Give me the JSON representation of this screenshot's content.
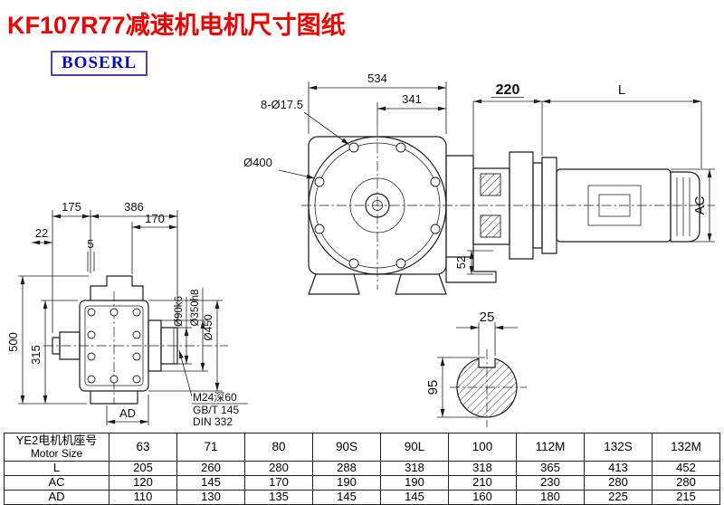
{
  "page": {
    "title": "KF107R77减速机电机尺寸图纸",
    "brand": "BOSERL"
  },
  "drawing": {
    "front": {
      "dim534": "534",
      "dim341": "341",
      "holes": "8-Ø17.5",
      "flange": "Ø400",
      "dim220": "220",
      "dimL": "L",
      "dimAC": "AC",
      "dim52": "52"
    },
    "side": {
      "dim175": "175",
      "dim386": "386",
      "dim170": "170",
      "dim22": "22",
      "dim5": "5",
      "dim500": "500",
      "dim315": "315",
      "shaft_d": "Ø90k6",
      "spigot_d": "Ø350h8",
      "flange_d": "Ø450",
      "thread": "M24深60",
      "std1": "GB/T 145",
      "std2": "DIN 332",
      "dimAD": "AD"
    },
    "section": {
      "dim25": "25",
      "dim95": "95"
    }
  },
  "table": {
    "header_cn": "YE2电机机座号",
    "header_en": "Motor Size",
    "sizes": [
      "63",
      "71",
      "80",
      "90S",
      "90L",
      "100",
      "112M",
      "132S",
      "132M"
    ],
    "rows": [
      {
        "label": "L",
        "values": [
          "205",
          "260",
          "280",
          "288",
          "318",
          "318",
          "365",
          "413",
          "452"
        ]
      },
      {
        "label": "AC",
        "values": [
          "120",
          "145",
          "170",
          "190",
          "190",
          "210",
          "230",
          "280",
          "280"
        ]
      },
      {
        "label": "AD",
        "values": [
          "110",
          "130",
          "135",
          "145",
          "145",
          "160",
          "180",
          "225",
          "215"
        ]
      }
    ]
  }
}
